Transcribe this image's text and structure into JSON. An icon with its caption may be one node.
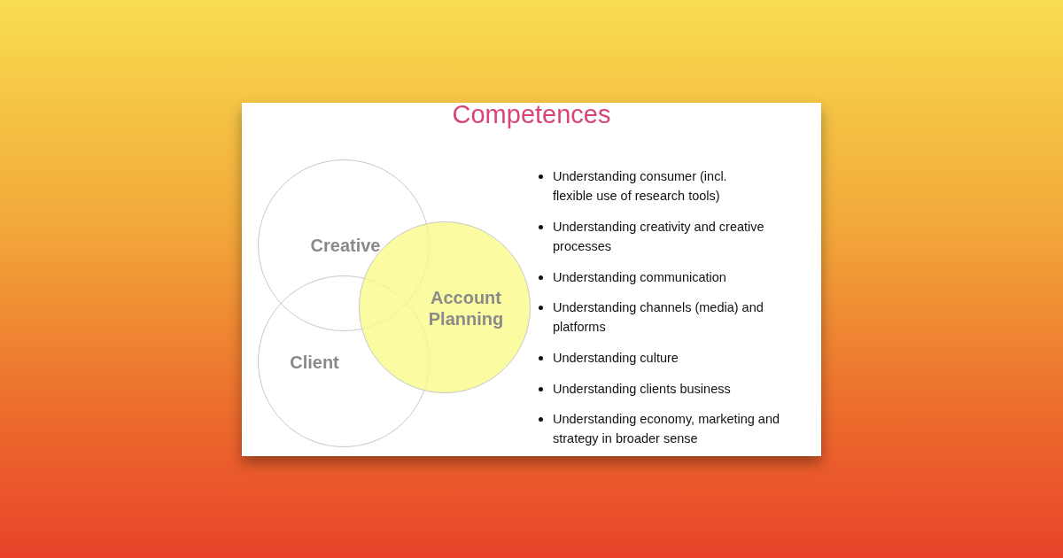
{
  "diagram": {
    "title": "Competences",
    "nodes": [
      {
        "text": [
          "Creative"
        ]
      },
      {
        "text": [
          "Client"
        ]
      },
      {
        "text": [
          "Account Planning"
        ]
      }
    ],
    "labels": [
      "Understanding consumer (incl. flexible use of research tools)",
      "Understanding creativity and creative processes",
      "Understanding communication",
      "Understanding channels (media) and platforms",
      "Understanding culture",
      "Understanding clients business",
      "Understanding economy, marketing and strategy in broader sense"
    ]
  }
}
